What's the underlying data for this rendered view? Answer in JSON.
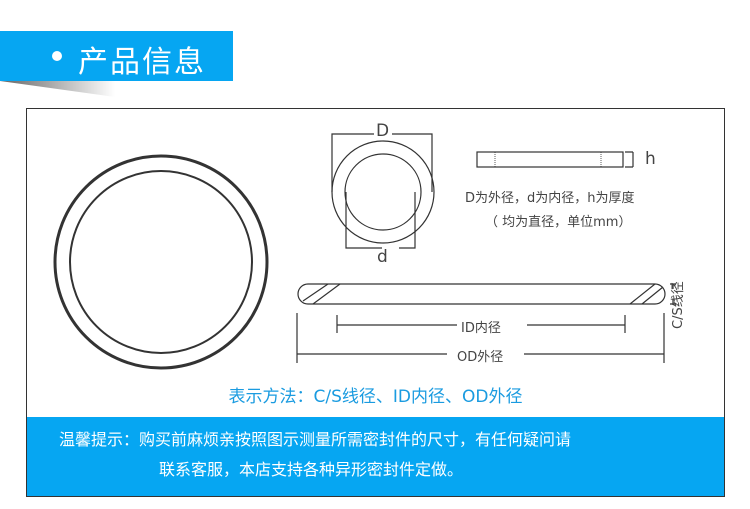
{
  "header": {
    "title": "产品信息"
  },
  "diagram": {
    "outer_label": "D",
    "inner_label": "d",
    "thickness_label": "h",
    "legend_line1": "D为外径，d为内径，h为厚度",
    "legend_line2": "（ 均为直径，单位mm）",
    "cs_label": "C/S线径",
    "id_label": "ID内径",
    "od_label": "OD外径"
  },
  "caption": "表示方法：C/S线径、ID内径、OD外径",
  "footer": {
    "line1": "温馨提示：购买前麻烦亲按照图示测量所需密封件的尺寸，有任何疑问请",
    "line2": "联系客服，本店支持各种异形密封件定做。"
  },
  "colors": {
    "accent": "#06a6f2"
  }
}
